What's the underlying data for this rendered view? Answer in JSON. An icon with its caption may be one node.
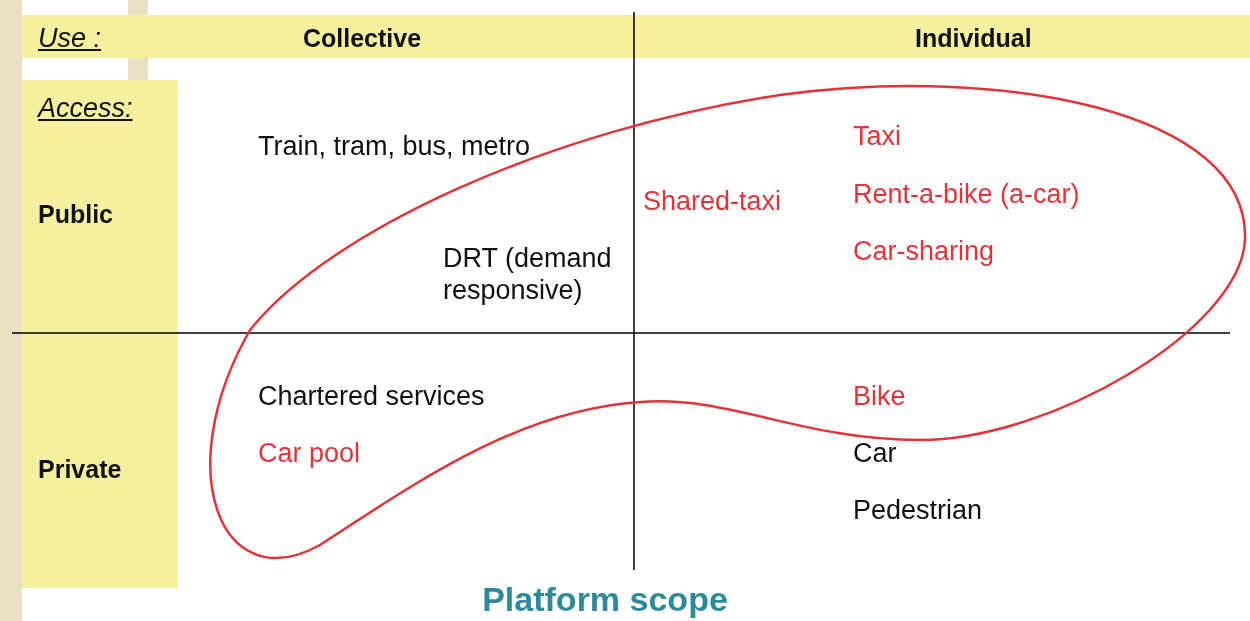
{
  "diagram": {
    "caption": "Platform scope",
    "labels": [
      "Use :",
      "Collective",
      "Individual",
      "Access:",
      "Train, tram, bus, metro",
      "Taxi",
      "Shared-taxi",
      "Rent-a-bike (a-car)",
      "Public",
      "Car-sharing",
      "DRT (demand responsive)",
      "Chartered services",
      "Bike",
      "Private",
      "Car pool",
      "Car",
      "Pedestrian"
    ]
  }
}
